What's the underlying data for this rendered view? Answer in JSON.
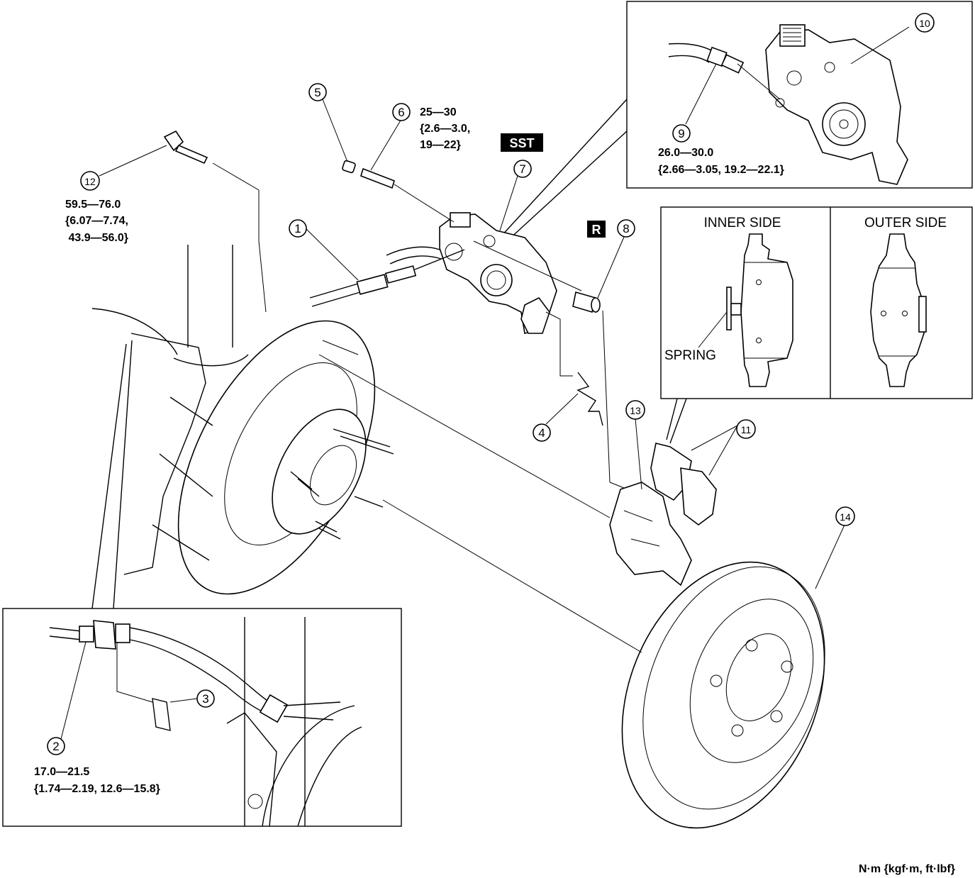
{
  "callouts": {
    "c1": "1",
    "c2": "2",
    "c3": "3",
    "c4": "4",
    "c5": "5",
    "c6": "6",
    "c7": "7",
    "c8": "8",
    "c9": "9",
    "c10": "10",
    "c11": "11",
    "c12": "12",
    "c13": "13",
    "c14": "14"
  },
  "torque": {
    "t6": [
      "25—30",
      "{2.6—3.0,",
      "19—22}"
    ],
    "t12": [
      "59.5—76.0",
      "{6.07—7.74,",
      " 43.9—56.0}"
    ],
    "t9": [
      "26.0—30.0",
      "{2.66—3.05, 19.2—22.1}"
    ],
    "t2": [
      "17.0—21.5",
      "{1.74—2.19, 12.6—15.8}"
    ]
  },
  "tags": {
    "sst": "SST",
    "replace": "R"
  },
  "pad_panel": {
    "inner": "INNER SIDE",
    "outer": "OUTER SIDE",
    "spring": "SPRING"
  },
  "units": "N·m {kgf·m, ft·lbf}"
}
